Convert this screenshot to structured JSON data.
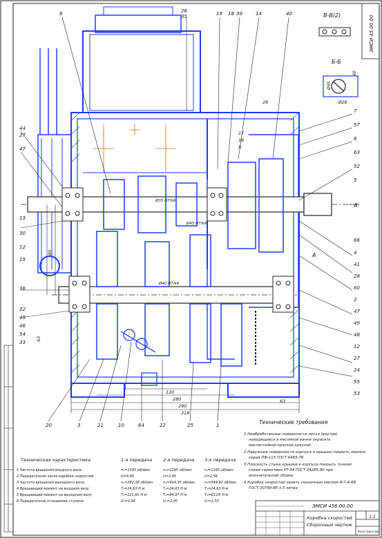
{
  "drawing": {
    "code_top": "ЭМСИ 45.00.00",
    "code_block": "ЭМСИ 456.00.00",
    "title_line1": "Коробка скоростей",
    "title_line2": "Сборочный чертеж",
    "sheet": "1:1",
    "designer_note": "Конструктор"
  },
  "views": {
    "view_B": "Б-Б",
    "view_V": "В-В(2)",
    "cut_A": "А",
    "cut_A2": "А"
  },
  "callouts_top": [
    "8",
    "26",
    "35",
    "19",
    "18",
    "39",
    "14",
    "40"
  ],
  "callouts_right": [
    "7",
    "57",
    "6",
    "63",
    "52",
    "5",
    "66",
    "4",
    "41",
    "28",
    "60",
    "2",
    "47",
    "49",
    "48",
    "12",
    "27",
    "24",
    "55",
    "53"
  ],
  "callouts_left": [
    "44",
    "27",
    "47",
    "13",
    "30",
    "12",
    "15",
    "36",
    "32",
    "45",
    "46",
    "54",
    "33"
  ],
  "callouts_bottom": [
    "20",
    "3",
    "21",
    "10",
    "64",
    "22",
    "25",
    "1"
  ],
  "dims": {
    "d1": "Ø45",
    "d2": "Ø28",
    "d3": "40",
    "d4": "63",
    "d5": "280",
    "d6": "290",
    "d7": "318",
    "d8": "130",
    "d9": "17",
    "d10": "16",
    "d11": "8",
    "d12": "63",
    "d13": "80",
    "d14": "28",
    "shaft1": "Ø35 H7/k6",
    "shaft2": "Ø40 H7/k6",
    "shaft3": "Ø45 H7/k6"
  },
  "tech_requirements": {
    "title": "Технические требования",
    "lines": [
      "1 Необработанные поверхности литья (внутри)",
      "находящиеся в масляной ванне окрасить",
      "маслостойкой краской красной.",
      "2 Наружные поверхности корпуса и крышки покрыть эмалью",
      "серой ПФ-115 ГОСТ 6465-76",
      "3 Плоскость стыка крышки и корпуса покрыть тонким",
      "слоем герметика УТ-34 ГОСТ 24285-80 при",
      "окончательной сборке",
      "4 Коробку скоростей залить смазочным маслом И-Г-А-68",
      "ГОСТ 20799-88 3,5 литра"
    ]
  },
  "spec_table": {
    "title": "Техническая характеристика",
    "col_headers": [
      "1-я передача",
      "2-я передача",
      "3-я передача"
    ],
    "rows": [
      {
        "label": "1 Частота вращения входного вала",
        "v": [
          "n₁=1395 об/мин",
          "n₁=1395 об/мин",
          "n₁=1395 об/мин"
        ]
      },
      {
        "label": "2 Передаточное число коробки скоростей",
        "v": [
          "U=4,94",
          "U=3,45",
          "U=2,56"
        ]
      },
      {
        "label": "3 Частота вращения выходного вала",
        "v": [
          "n₂=282,38 об/мин",
          "n₂=404,35 об/мин",
          "n₂=544,92 об/мин"
        ]
      },
      {
        "label": "4 Вращающий момент на входном валу",
        "v": [
          "T₁=24,63 Н·м",
          "T₁=24,63 Н·м",
          "T₁=24,63 Н·м"
        ]
      },
      {
        "label": "5 Вращающий момент на выходном валу",
        "v": [
          "T₂=121,63 Н·м",
          "T₂=84,97 Н·м",
          "T₂=63,05 Н·м"
        ]
      },
      {
        "label": "6 Передаточное отношение ступени",
        "v": [
          "U₁=2,94",
          "U₂=2,05",
          "U₃=1,53"
        ]
      }
    ]
  }
}
